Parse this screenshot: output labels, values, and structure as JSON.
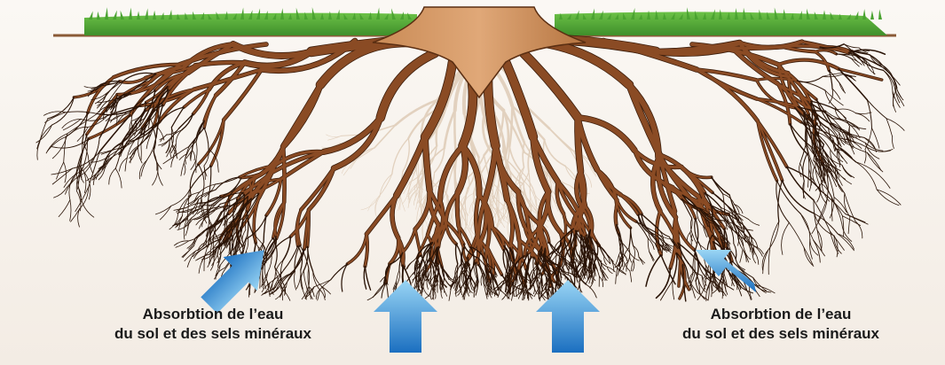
{
  "captions": {
    "left": {
      "line1": "Absorbtion de l’eau",
      "line2": "du sol et des sels minéraux"
    },
    "right": {
      "line1": "Absorbtion de l’eau",
      "line2": "du sol et des sels minéraux"
    }
  },
  "colors": {
    "root": "#8a4b24",
    "root_outline": "#3d1e0c",
    "grass": "#5fb33f",
    "soil_line": "#7a4a2a",
    "arrow_light": "#8fd0f2",
    "arrow_dark": "#1b6fc0",
    "background": "#f8f4ef"
  },
  "icons": [
    "tree-root-illustration",
    "absorption-arrow"
  ]
}
